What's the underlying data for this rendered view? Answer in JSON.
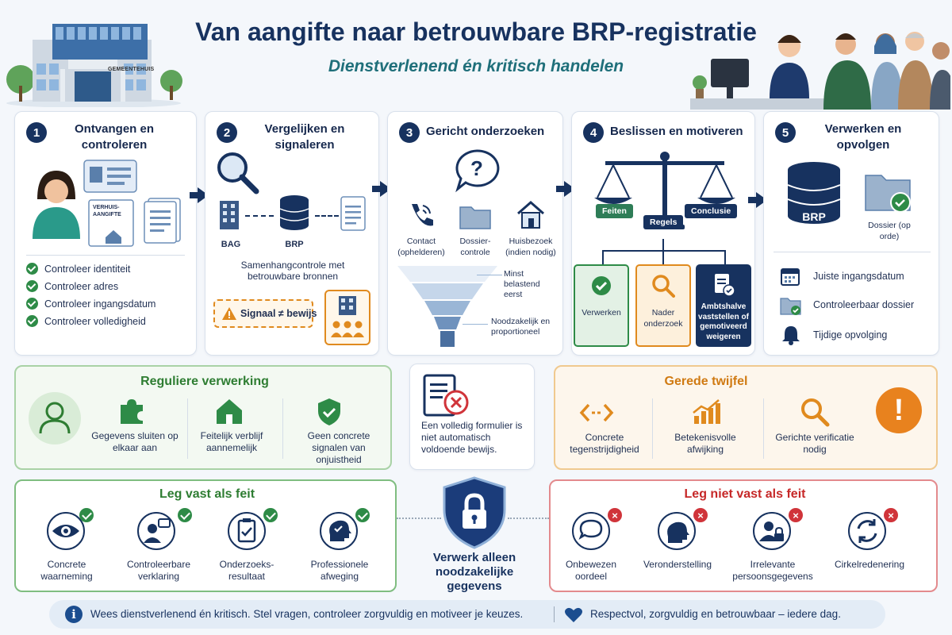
{
  "header": {
    "title": "Van aangifte naar betrouwbare BRP-registratie",
    "subtitle": "Dienstverlenend én kritisch handelen",
    "building_sign": "GEMEENTEHUIS"
  },
  "steps": [
    {
      "num": "1",
      "title": "Ontvangen en controleren",
      "form_label": "VERHUIS-AANGIFTE",
      "checks": [
        "Controleer identiteit",
        "Controleer adres",
        "Controleer ingangsdatum",
        "Controleer volledigheid"
      ]
    },
    {
      "num": "2",
      "title": "Vergelijken en signaleren",
      "label_bag": "BAG",
      "label_brp": "BRP",
      "caption": "Samenhangcontrole met betrouwbare bronnen",
      "signal": "Signaal ≠ bewijs"
    },
    {
      "num": "3",
      "title": "Gericht onderzoeken",
      "items": [
        {
          "label": "Contact (ophelderen)"
        },
        {
          "label": "Dossier-controle"
        },
        {
          "label": "Huisbezoek (indien nodig)"
        }
      ],
      "funnel_top": "Minst belastend eerst",
      "funnel_bottom": "Noodzakelijk en proportioneel"
    },
    {
      "num": "4",
      "title": "Beslissen en motiveren",
      "scale_left": "Feiten",
      "scale_mid": "Regels",
      "scale_right": "Conclusie",
      "outcomes": [
        "Verwerken",
        "Nader onderzoek",
        "Ambtshalve vaststellen of gemotiveerd weigeren"
      ]
    },
    {
      "num": "5",
      "title": "Verwerken en opvolgen",
      "db_label": "BRP",
      "dossier_label": "Dossier (op orde)",
      "items": [
        "Juiste ingangsdatum",
        "Controleerbaar dossier",
        "Tijdige opvolging"
      ]
    }
  ],
  "regular": {
    "title": "Reguliere verwerking",
    "items": [
      "Gegevens sluiten op elkaar aan",
      "Feitelijk verblijf aannemelijk",
      "Geen concrete signalen van onjuistheid"
    ]
  },
  "middle_note": "Een volledig formulier is niet automatisch voldoende bewijs.",
  "doubt": {
    "title": "Gerede twijfel",
    "items": [
      "Concrete tegenstrijdigheid",
      "Betekenisvolle afwijking",
      "Gerichte verificatie nodig"
    ]
  },
  "fact": {
    "title": "Leg vast als feit",
    "items": [
      "Concrete waarneming",
      "Controleerbare verklaring",
      "Onderzoeks-resultaat",
      "Professionele afweging"
    ]
  },
  "shield_text": "Verwerk alleen noodzakelijke gegevens",
  "nofact": {
    "title": "Leg niet vast als feit",
    "items": [
      "Onbewezen oordeel",
      "Veronderstelling",
      "Irrelevante persoonsgegevens",
      "Cirkelredenering"
    ]
  },
  "footer": {
    "left": "Wees dienstverlenend én kritisch. Stel vragen, controleer zorgvuldig en motiveer je keuzes.",
    "right": "Respectvol, zorgvuldig en betrouwbaar – iedere dag."
  },
  "colors": {
    "navy": "#17325f",
    "green": "#2e8b47",
    "orange": "#e08a1e",
    "red": "#d0343a",
    "teal": "#1f6f7a"
  }
}
